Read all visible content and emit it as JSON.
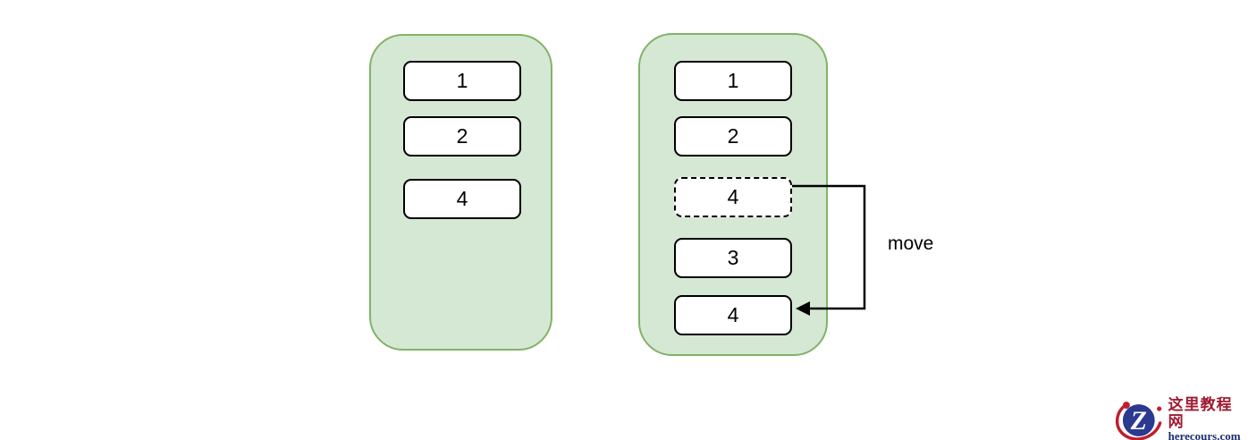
{
  "diagram": {
    "left_stack": {
      "items": [
        {
          "label": "1"
        },
        {
          "label": "2"
        },
        {
          "label": "4"
        }
      ]
    },
    "right_stack": {
      "items": [
        {
          "label": "1"
        },
        {
          "label": "2"
        },
        {
          "label": "4",
          "style": "dashed"
        },
        {
          "label": "3"
        },
        {
          "label": "4"
        }
      ]
    },
    "arrow": {
      "label": "move"
    },
    "colors": {
      "container_fill": "#d5e8d4",
      "container_stroke": "#82b366",
      "box_fill": "#ffffff",
      "box_stroke": "#000000",
      "arrow": "#000000"
    }
  },
  "watermark": {
    "logo_letter": "Z",
    "site_name": "这里教程网",
    "site_url": "herecours.com",
    "colors": {
      "badge_blue": "#2b3990",
      "orbit_red": "#c01e2e",
      "name_red": "#9e1b31",
      "url_blue": "#1a2f6b"
    }
  }
}
